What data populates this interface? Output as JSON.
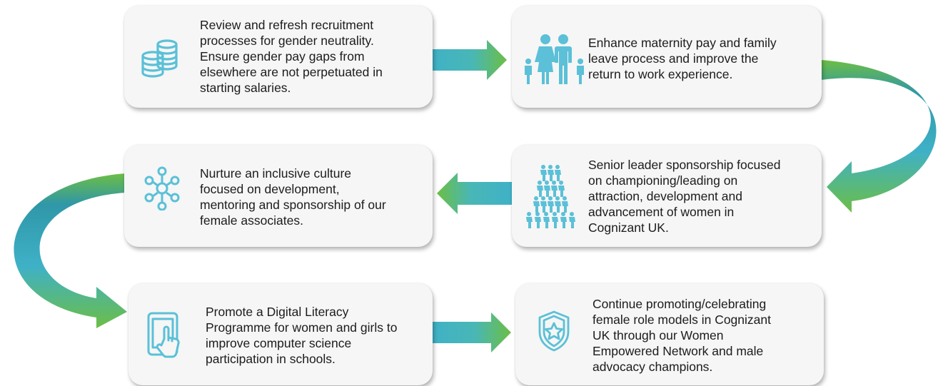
{
  "colors": {
    "icon": "#5bc0d8",
    "arrow_teal": "#3fb1c7",
    "arrow_teal_dark": "#2f97a8",
    "arrow_green": "#6cbe45",
    "card_background": "#f5f6f5",
    "text": "#1c1c1c"
  },
  "steps": [
    {
      "icon": "coin-stack-icon",
      "lines": [
        "Review and refresh recruitment",
        "processes for gender neutrality.",
        "Ensure gender pay gaps from",
        "elsewhere are not perpetuated in",
        "starting salaries."
      ]
    },
    {
      "icon": "family-icon",
      "lines": [
        "Enhance maternity pay and family",
        "leave process and improve the",
        "return to work experience."
      ]
    },
    {
      "icon": "network-icon",
      "lines": [
        "Nurture an inclusive culture",
        "focused on development,",
        "mentoring and sponsorship of our",
        "female associates."
      ]
    },
    {
      "icon": "people-pyramid-icon",
      "lines": [
        "Senior leader sponsorship focused",
        "on championing/leading on",
        "attraction, development and",
        "advancement of women in",
        "Cognizant UK."
      ]
    },
    {
      "icon": "tablet-touch-icon",
      "lines": [
        "Promote a Digital Literacy",
        "Programme for women and girls to",
        "improve computer science",
        "participation in schools."
      ]
    },
    {
      "icon": "shield-star-icon",
      "lines": [
        "Continue promoting/celebrating",
        "female role models in Cognizant",
        "UK through our Women",
        "Empowered Network and male",
        "advocacy champions."
      ]
    }
  ]
}
